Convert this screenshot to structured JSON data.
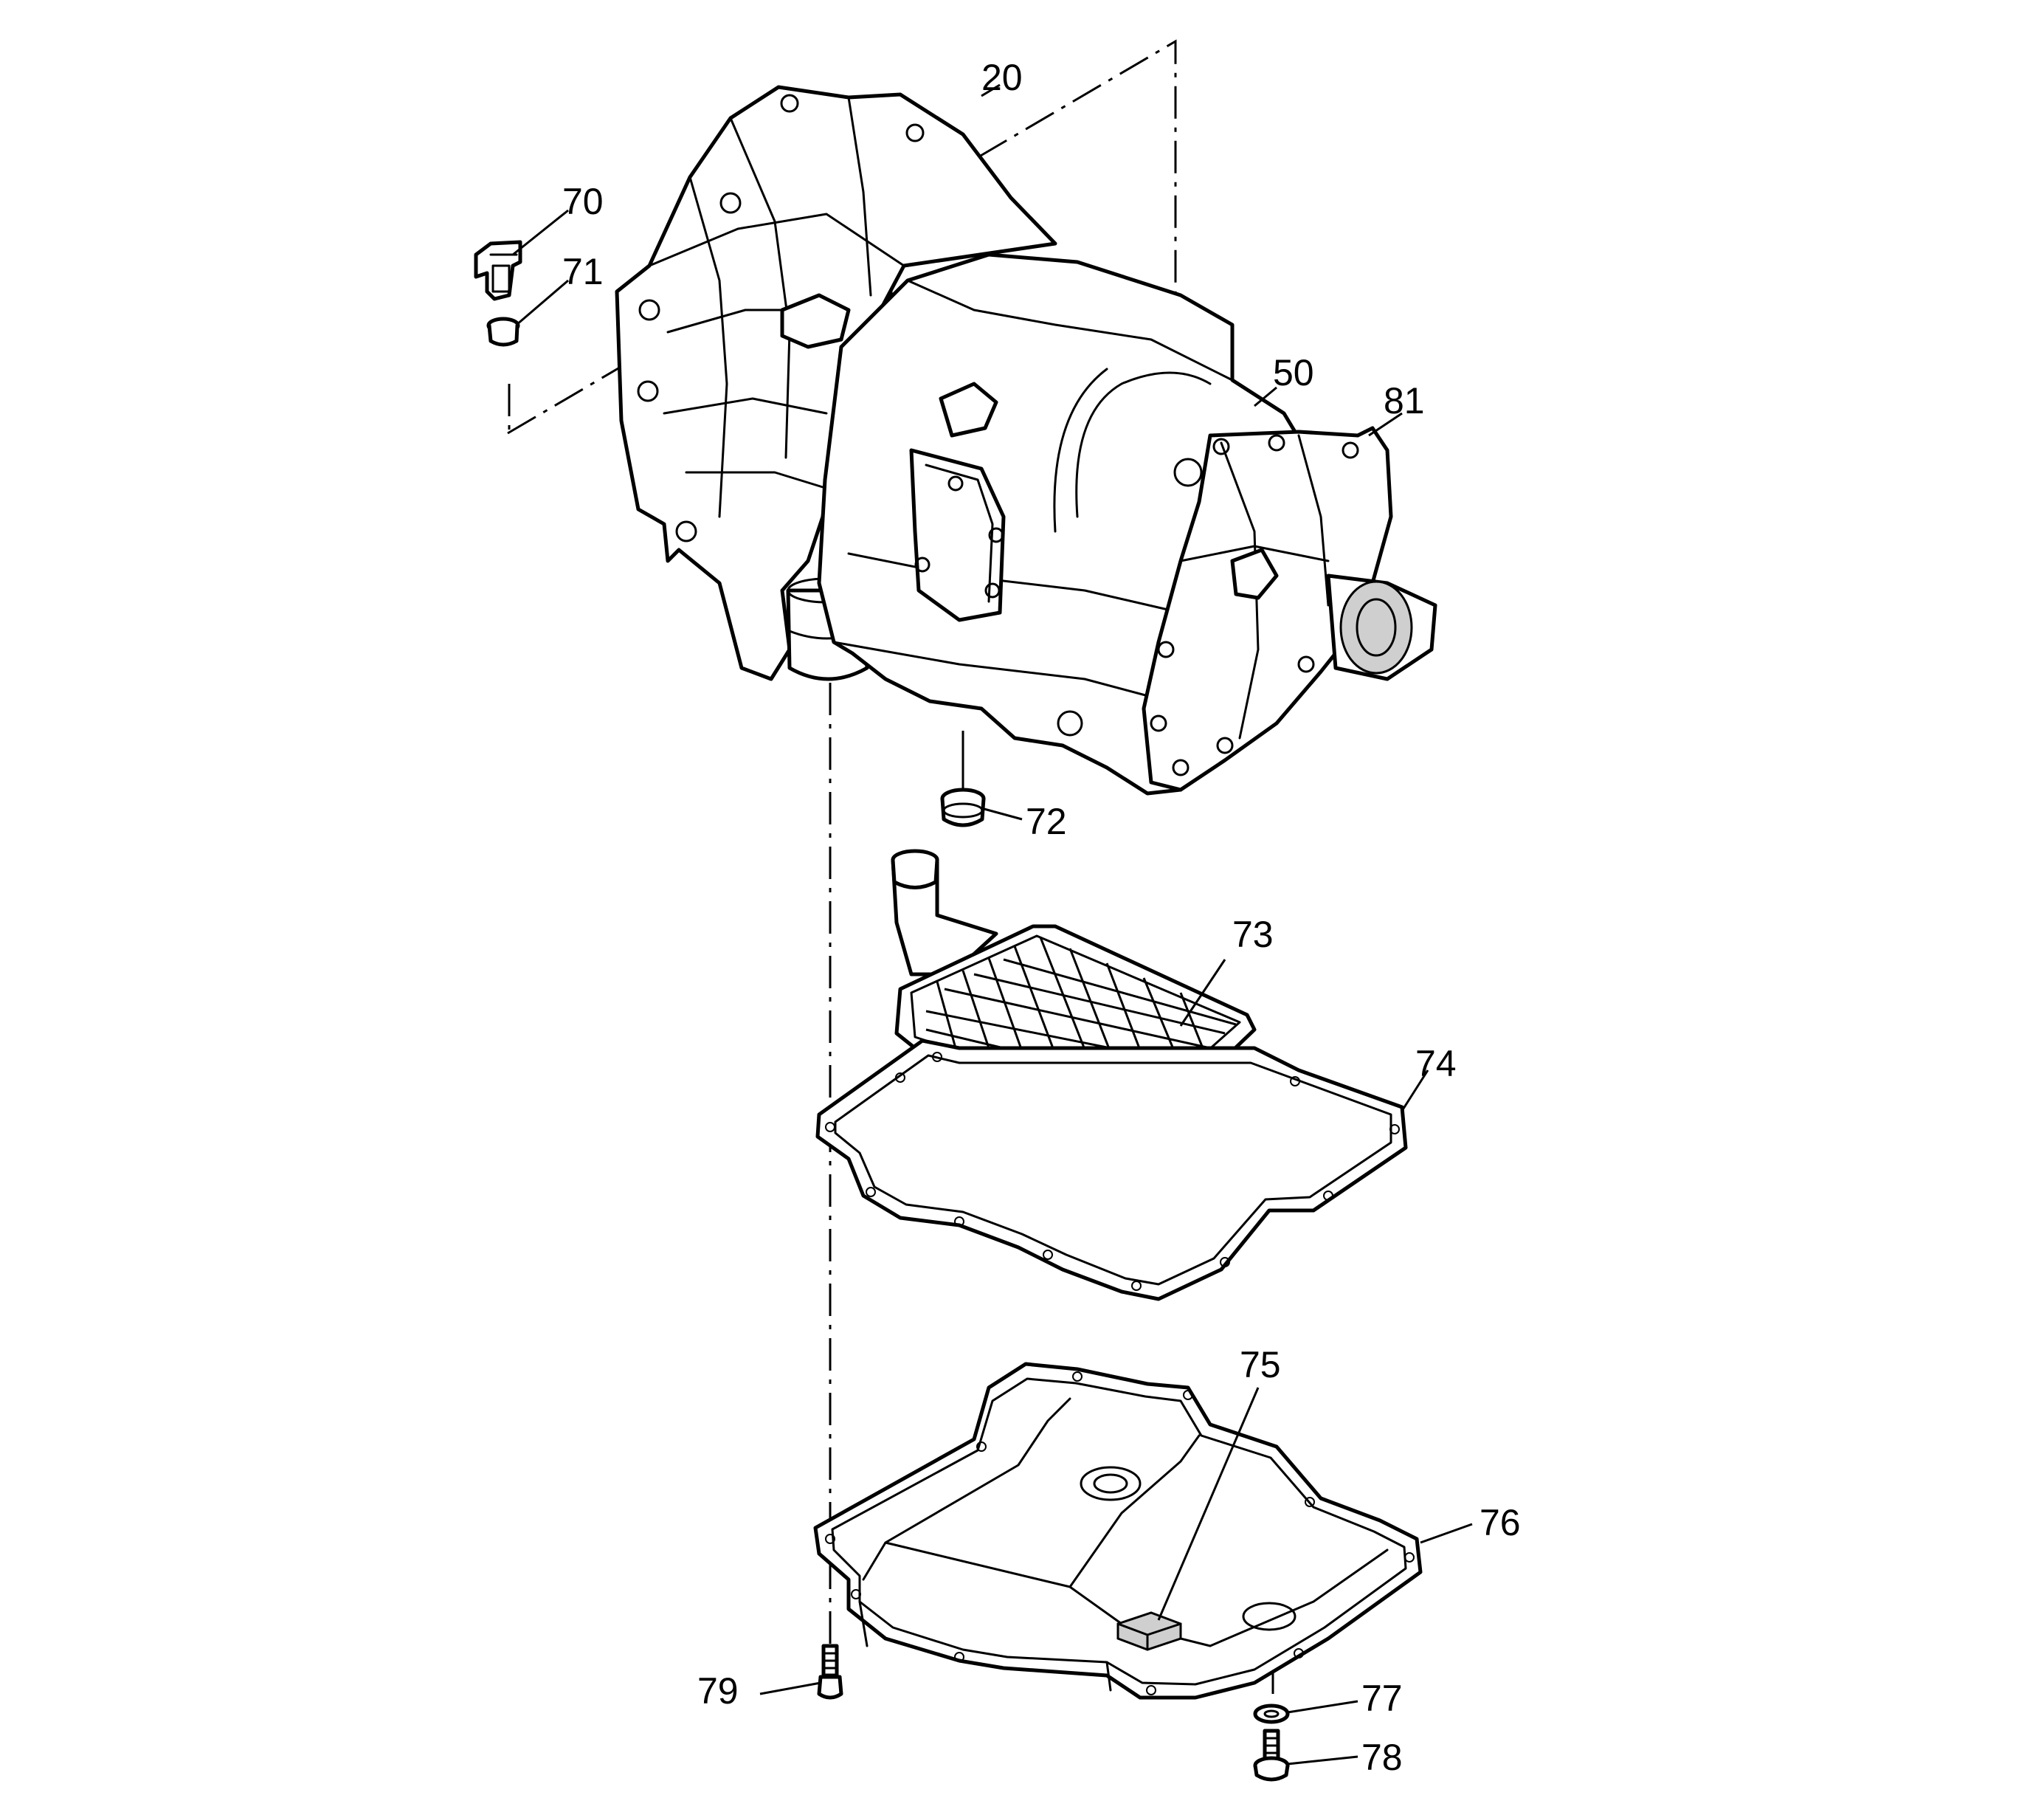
{
  "callouts": {
    "c20": "20",
    "c50": "50",
    "c70": "70",
    "c71": "71",
    "c72": "72",
    "c73": "73",
    "c74": "74",
    "c75": "75",
    "c76": "76",
    "c77": "77",
    "c78": "78",
    "c79": "79",
    "c81": "81"
  }
}
